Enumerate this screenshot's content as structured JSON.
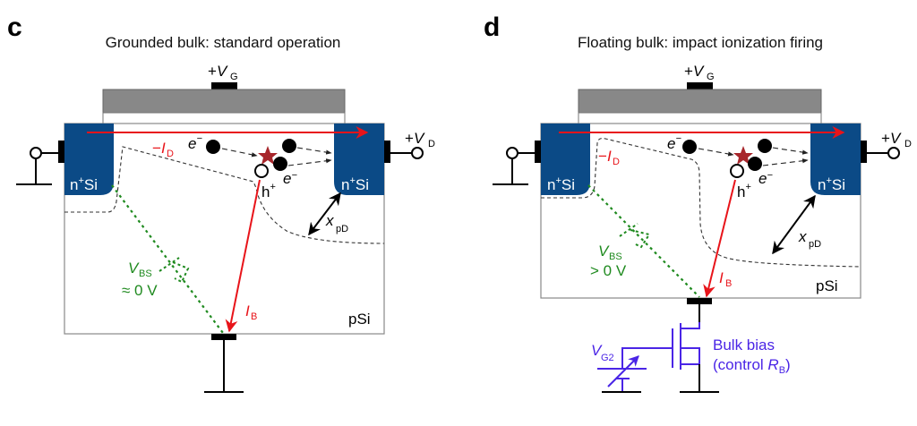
{
  "colors": {
    "nplus": "#0b4a86",
    "gate": "#888888",
    "current": "#e8141a",
    "bulk_voltage": "#1f8a1f",
    "star": "#a7262b",
    "circuit": "#4a25e6",
    "depletion": "#333333"
  },
  "panels": [
    {
      "letter": "c",
      "title": "Grounded bulk: standard operation",
      "gate": {
        "sign": "+",
        "symbol": "V",
        "subscript": "G"
      },
      "drain": {
        "sign": "+",
        "symbol": "V",
        "subscript": "D"
      },
      "source_region": {
        "label": "n",
        "sup": "+",
        "tail": "Si"
      },
      "drain_region": {
        "label": "n",
        "sup": "+",
        "tail": "Si"
      },
      "drain_current": {
        "prefix": "−",
        "symbol": "I",
        "subscript": "D"
      },
      "electron_label": {
        "symbol": "e",
        "sup": "−"
      },
      "electron_label2": {
        "symbol": "e",
        "sup": "−"
      },
      "hole_label": {
        "symbol": "h",
        "sup": "+"
      },
      "depletion_width": {
        "symbol": "x",
        "subscript": "pD"
      },
      "bulk_current": {
        "symbol": "I",
        "subscript": "B"
      },
      "bulk_voltage": {
        "symbol": "V",
        "subscript": "BS",
        "value": "≈ 0 V"
      },
      "substrate_label": "pSi",
      "bulk_connection": "ground"
    },
    {
      "letter": "d",
      "title": "Floating bulk: impact ionization firing",
      "gate": {
        "sign": "+",
        "symbol": "V",
        "subscript": "G"
      },
      "drain": {
        "sign": "+",
        "symbol": "V",
        "subscript": "D"
      },
      "source_region": {
        "label": "n",
        "sup": "+",
        "tail": "Si"
      },
      "drain_region": {
        "label": "n",
        "sup": "+",
        "tail": "Si"
      },
      "drain_current": {
        "prefix": "−",
        "symbol": "I",
        "subscript": "D"
      },
      "electron_label": {
        "symbol": "e",
        "sup": "−"
      },
      "electron_label2": {
        "symbol": "e",
        "sup": "−"
      },
      "hole_label": {
        "symbol": "h",
        "sup": "+"
      },
      "depletion_width": {
        "symbol": "x",
        "subscript": "pD"
      },
      "bulk_current": {
        "symbol": "I",
        "subscript": "B"
      },
      "bulk_voltage": {
        "symbol": "V",
        "subscript": "BS",
        "value": "> 0 V"
      },
      "substrate_label": "pSi",
      "bulk_connection": "transistor",
      "bulk_bias": {
        "line1": "Bulk bias",
        "line2_prefix": "(control ",
        "line2_symbol": "R",
        "line2_subscript": "B",
        "line2_suffix": ")",
        "gate_source": {
          "symbol": "V",
          "subscript": "G2"
        }
      }
    }
  ]
}
